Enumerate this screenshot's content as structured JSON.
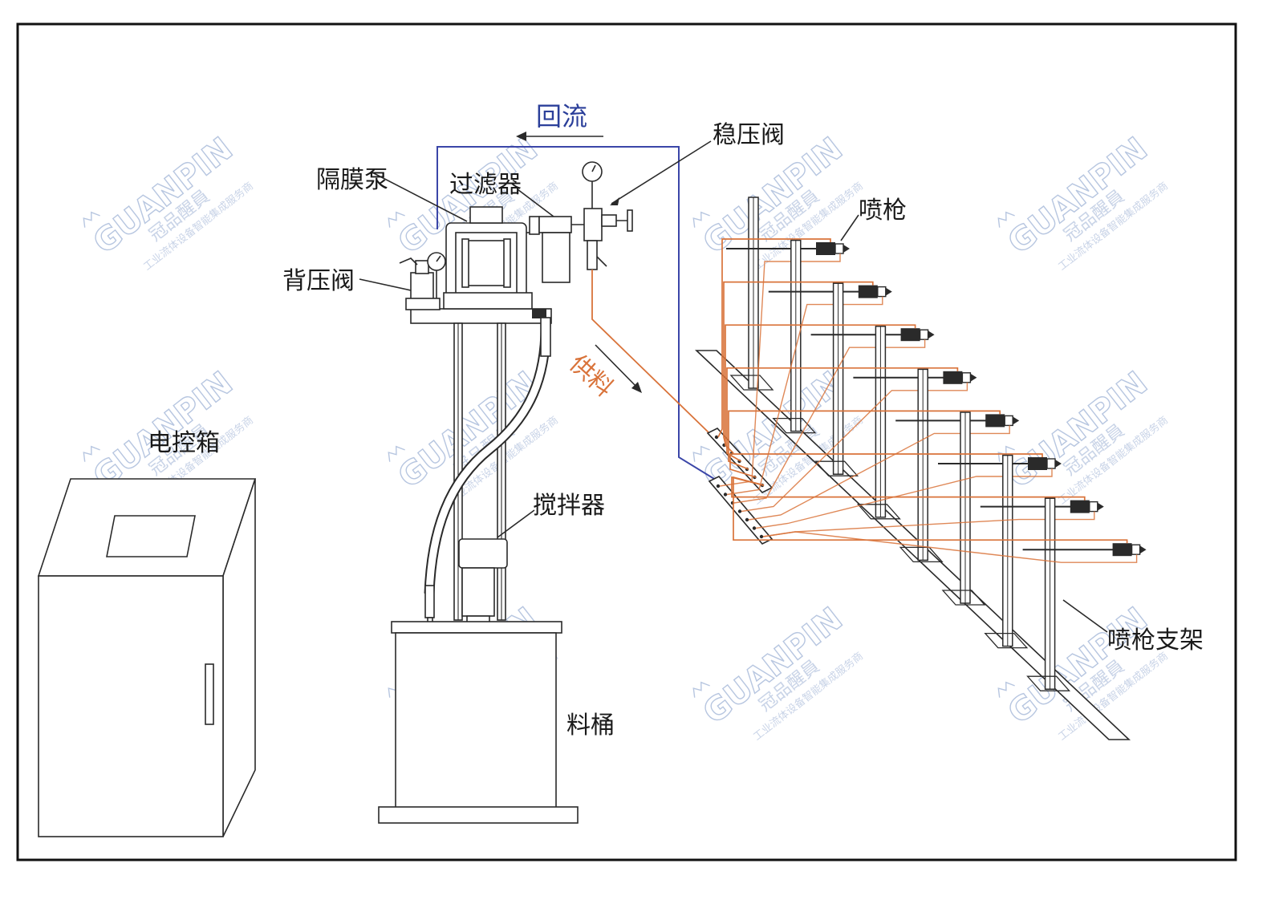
{
  "labels": {
    "return_flow": "回流",
    "diaphragm_pump": "隔膜泵",
    "filter": "过滤器",
    "pressure_regulator": "稳压阀",
    "spray_gun": "喷枪",
    "back_pressure_valve": "背压阀",
    "supply": "供料",
    "control_box": "电控箱",
    "agitator": "搅拌器",
    "material_barrel": "料桶",
    "gun_stand": "喷枪支架"
  },
  "watermark": {
    "brand": "GUANPIN",
    "brand_cn": "冠品醒員",
    "tagline": "工业流体设备智能集成服务商"
  },
  "colors": {
    "return_line": "#3b46a8",
    "supply_line": "#d9733a",
    "watermark": "#9fb3d6"
  }
}
